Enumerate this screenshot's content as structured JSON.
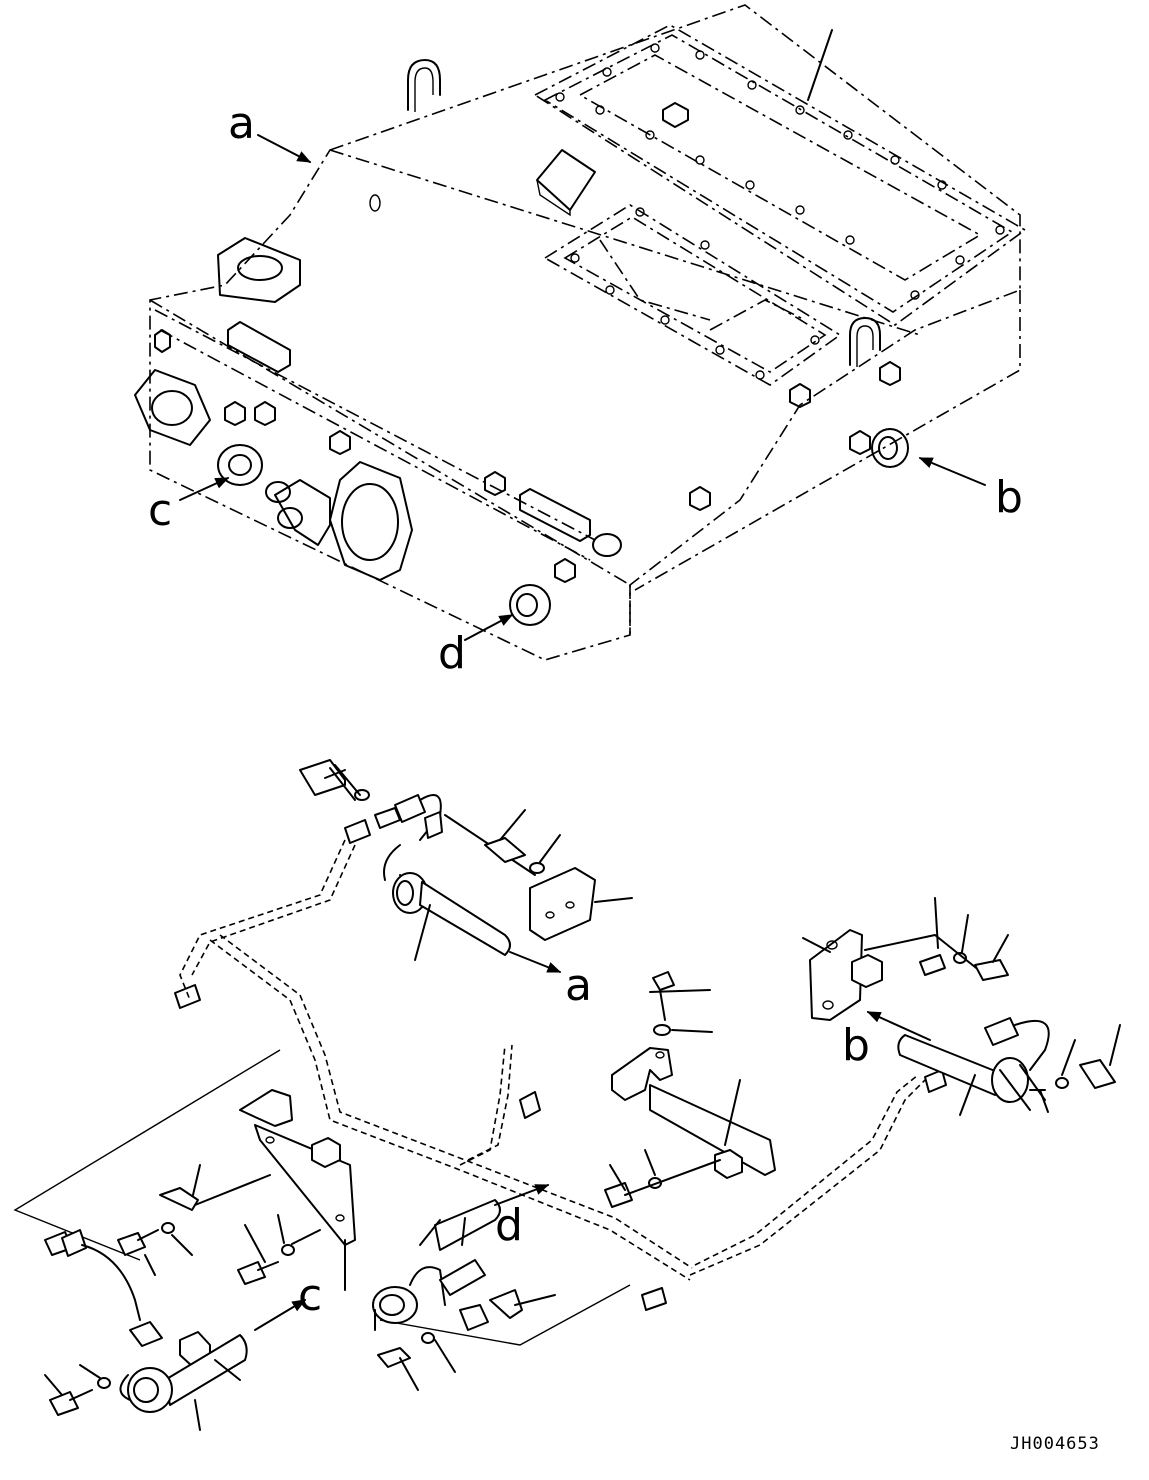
{
  "labels": {
    "a_top": "a",
    "b_top": "b",
    "c_top": "c",
    "d_top": "d",
    "a_bottom": "a",
    "b_bottom": "b",
    "c_bottom": "c",
    "d_bottom": "d"
  },
  "drawing_code": "JH004653"
}
